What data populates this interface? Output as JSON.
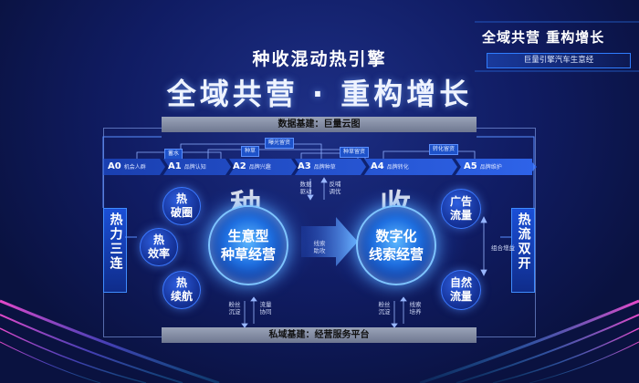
{
  "brand": {
    "title": "全域共营  重构增长",
    "subtitle": "巨量引擎汽车生意经"
  },
  "hero": {
    "small": "种收混动热引擎",
    "big": "全域共营 · 重构增长"
  },
  "bars": {
    "top": "数据基建：巨量云图",
    "bottom": "私域基建：经营服务平台"
  },
  "stages": [
    {
      "code": "A0",
      "name": "机会人群"
    },
    {
      "code": "A1",
      "name": "品牌认知"
    },
    {
      "code": "A2",
      "name": "品牌兴趣"
    },
    {
      "code": "A3",
      "name": "品牌种草"
    },
    {
      "code": "A4",
      "name": "品牌转化"
    },
    {
      "code": "A5",
      "name": "品牌维护"
    }
  ],
  "tags": {
    "t1": "蓄水",
    "t2": "种草",
    "t3": "曝光留资",
    "t4": "种草留资",
    "t5": "转化留资"
  },
  "left_panel": {
    "label": "热力三连",
    "bubbles": [
      "热破圈",
      "热效率",
      "热续航"
    ]
  },
  "right_panel": {
    "label": "热流双开",
    "bubbles": [
      "广告流量",
      "自然流量"
    ]
  },
  "center": {
    "left_char": "种",
    "right_char": "收",
    "left_core": "生意型种草经营",
    "right_core": "数字化线索经营",
    "left_core_l1": "生意型",
    "left_core_l2": "种草经营",
    "right_core_l1": "数字化",
    "right_core_l2": "线索经营"
  },
  "notes": {
    "data_drive": "数据驱动",
    "feedback": "反哺调优",
    "lead_assist": "线索助攻",
    "combo": "组合增益",
    "fans1": "粉丝沉淀",
    "flow": "流量协同",
    "fans2": "粉丝沉淀",
    "lead_nurture": "线索培养"
  }
}
